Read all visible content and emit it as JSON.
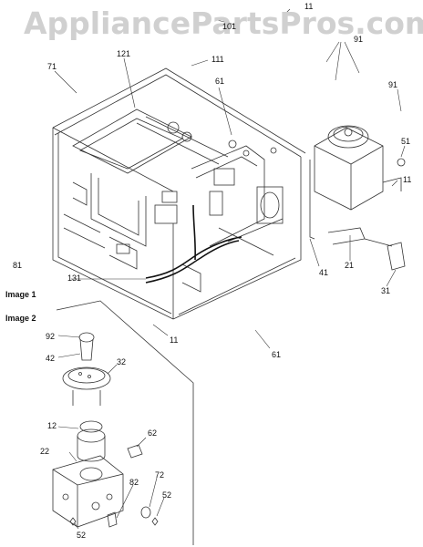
{
  "watermark": "AppliancePartsPros.com",
  "image_labels": [
    "Image 1",
    "Image 2"
  ],
  "callouts": {
    "c11_top": "11",
    "c101": "101",
    "c91_top": "91",
    "c71": "71",
    "c121": "121",
    "c111": "111",
    "c61_top": "61",
    "c91_right": "91",
    "c51": "51",
    "c11_right": "11",
    "c81": "81",
    "c131": "131",
    "c41": "41",
    "c21": "21",
    "c31": "31",
    "c11_bottom": "11",
    "c61_bottom": "61",
    "c92": "92",
    "c42": "42",
    "c32": "32",
    "c12": "12",
    "c62": "62",
    "c22": "22",
    "c72": "72",
    "c82": "82",
    "c52_right": "52",
    "c52_left": "52"
  },
  "colors": {
    "line": "#333333",
    "watermark": "#d0d0d0"
  }
}
